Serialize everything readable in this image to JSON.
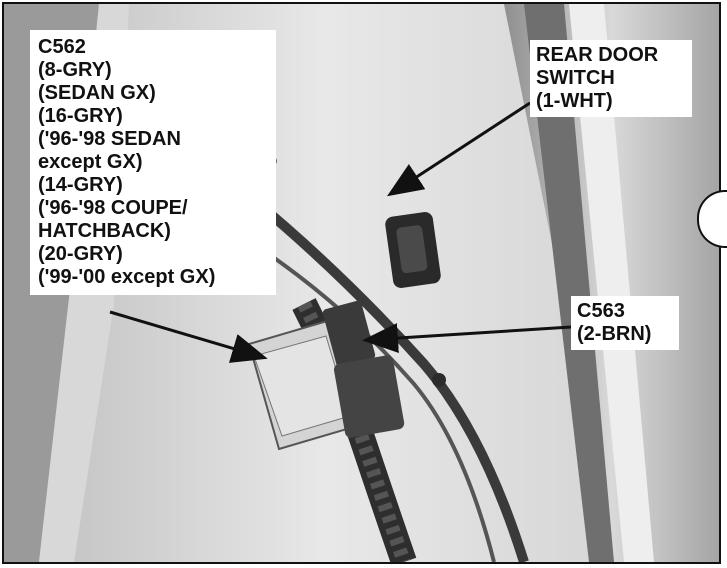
{
  "callouts": {
    "c562": {
      "lines": [
        "C562",
        "(8-GRY)",
        "(SEDAN GX)",
        "(16-GRY)",
        "('96-'98 SEDAN",
        "except GX)",
        "(14-GRY)",
        "('96-'98 COUPE/",
        "HATCHBACK)",
        "(20-GRY)",
        "('99-'00 except GX)"
      ]
    },
    "rear_door_switch": {
      "lines": [
        "REAR DOOR",
        "SWITCH",
        "(1-WHT)"
      ]
    },
    "c563": {
      "lines": [
        "C563",
        "(2-BRN)"
      ]
    }
  },
  "colors": {
    "ink": "#111111",
    "label_bg": "#ffffff",
    "photo_light": "#e6e6e6",
    "photo_mid": "#b9b9b9",
    "photo_dark": "#5a5a5a"
  }
}
